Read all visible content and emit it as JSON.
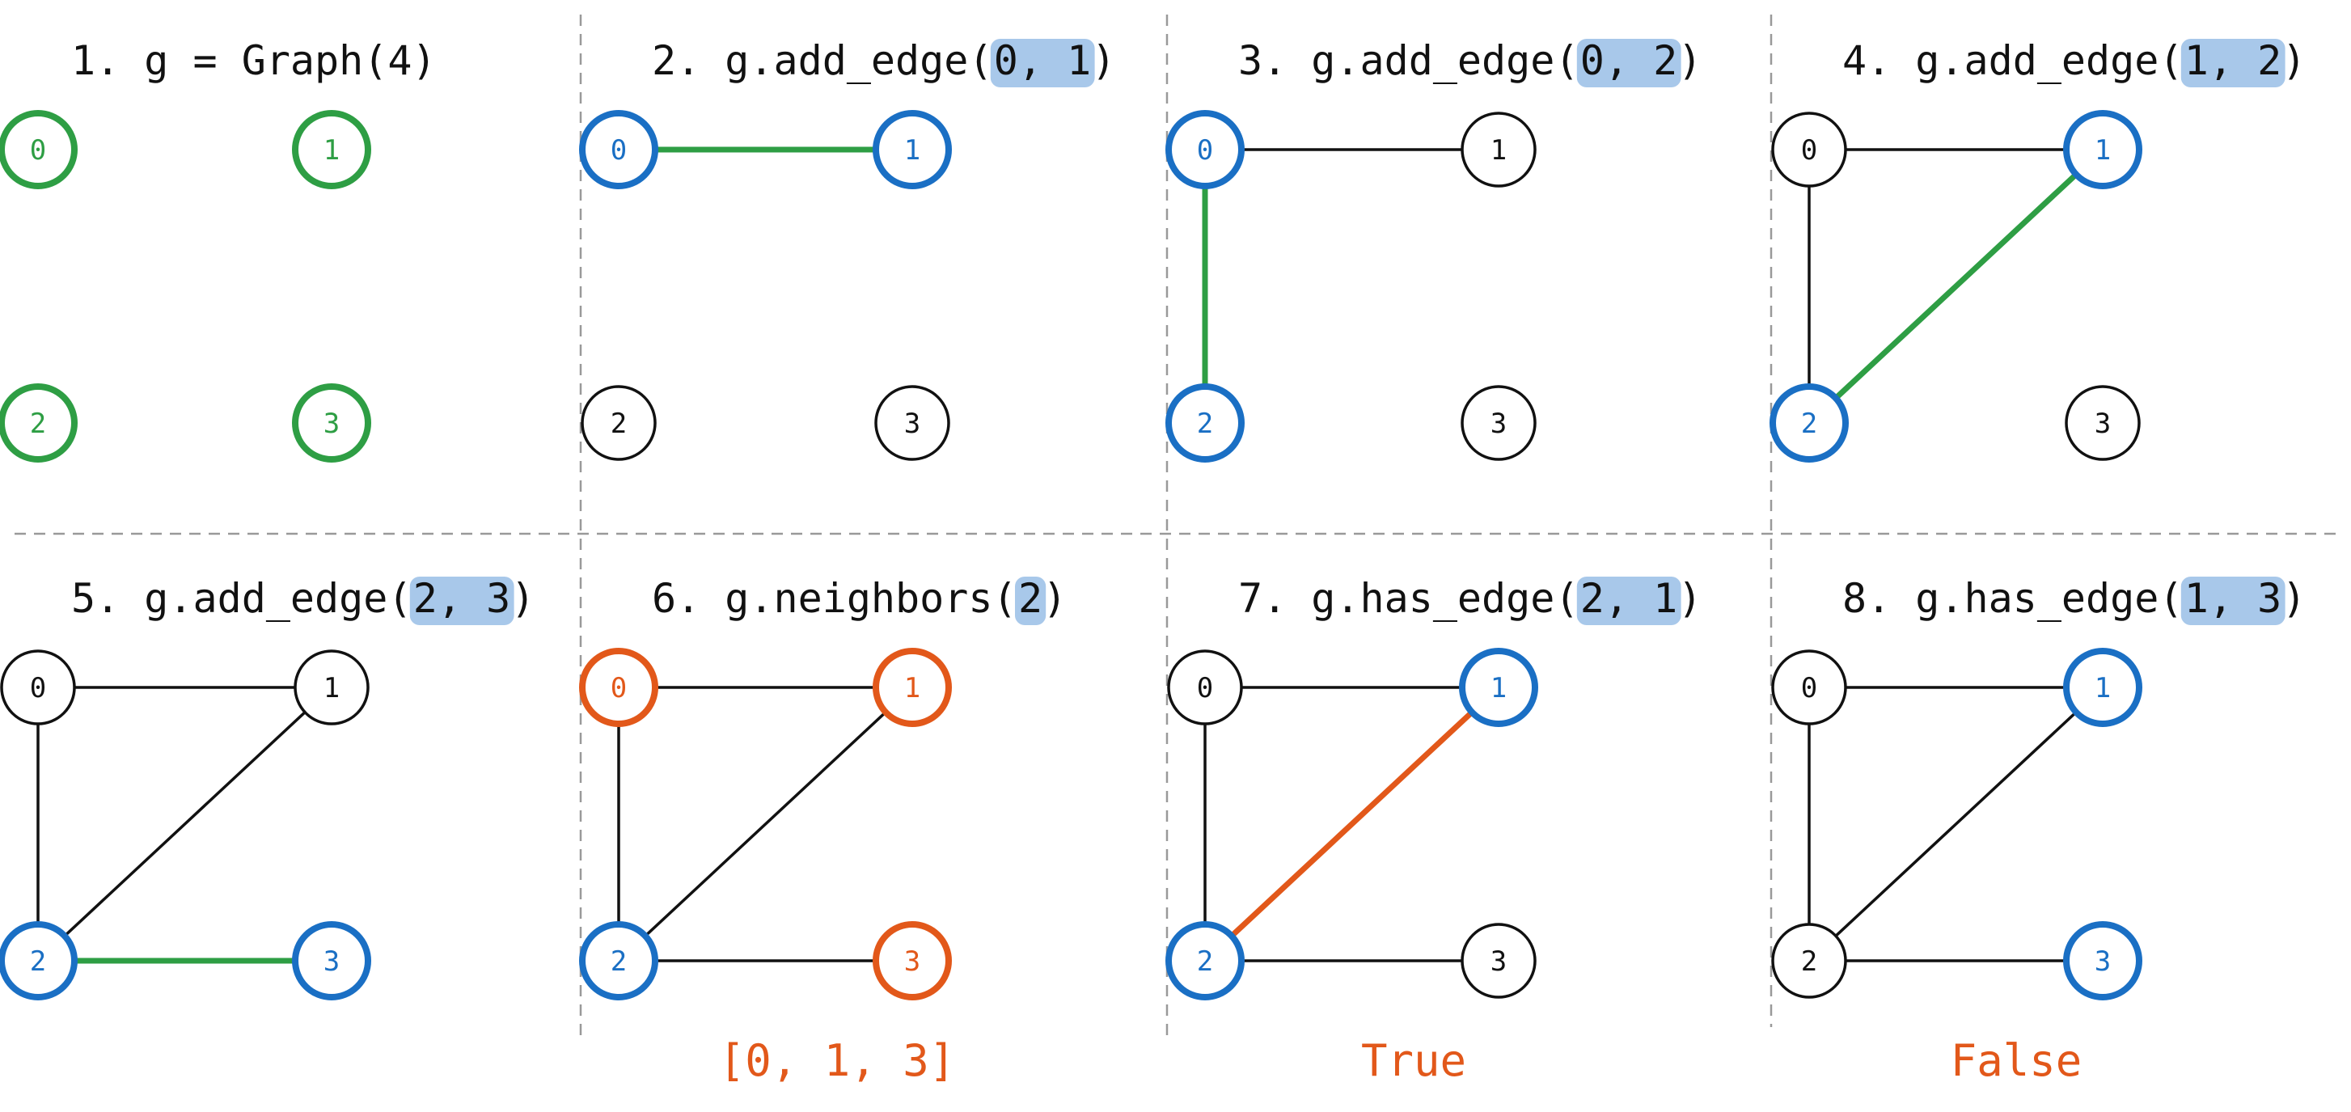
{
  "colors": {
    "new": "#2e9e44",
    "active": "#1a6fc4",
    "result": "#e2581a",
    "default": "#111111",
    "highlight": "#a8c8ea",
    "separator": "#999999"
  },
  "panels": [
    {
      "title_parts": [
        {
          "t": "1. g = Graph(4)",
          "hl": false
        }
      ],
      "nodes": [
        {
          "id": "0",
          "role": "new"
        },
        {
          "id": "1",
          "role": "new"
        },
        {
          "id": "2",
          "role": "new"
        },
        {
          "id": "3",
          "role": "new"
        }
      ],
      "edges": [],
      "result": ""
    },
    {
      "title_parts": [
        {
          "t": "2. g.add_edge(",
          "hl": false
        },
        {
          "t": "0, 1",
          "hl": true
        },
        {
          "t": ")",
          "hl": false
        }
      ],
      "nodes": [
        {
          "id": "0",
          "role": "active"
        },
        {
          "id": "1",
          "role": "active"
        },
        {
          "id": "2",
          "role": "default"
        },
        {
          "id": "3",
          "role": "default"
        }
      ],
      "edges": [
        {
          "from": "0",
          "to": "1",
          "role": "new"
        }
      ],
      "result": ""
    },
    {
      "title_parts": [
        {
          "t": "3. g.add_edge(",
          "hl": false
        },
        {
          "t": "0, 2",
          "hl": true
        },
        {
          "t": ")",
          "hl": false
        }
      ],
      "nodes": [
        {
          "id": "0",
          "role": "active"
        },
        {
          "id": "1",
          "role": "default"
        },
        {
          "id": "2",
          "role": "active"
        },
        {
          "id": "3",
          "role": "default"
        }
      ],
      "edges": [
        {
          "from": "0",
          "to": "1",
          "role": "default"
        },
        {
          "from": "0",
          "to": "2",
          "role": "new"
        }
      ],
      "result": ""
    },
    {
      "title_parts": [
        {
          "t": "4. g.add_edge(",
          "hl": false
        },
        {
          "t": "1, 2",
          "hl": true
        },
        {
          "t": ")",
          "hl": false
        }
      ],
      "nodes": [
        {
          "id": "0",
          "role": "default"
        },
        {
          "id": "1",
          "role": "active"
        },
        {
          "id": "2",
          "role": "active"
        },
        {
          "id": "3",
          "role": "default"
        }
      ],
      "edges": [
        {
          "from": "0",
          "to": "1",
          "role": "default"
        },
        {
          "from": "0",
          "to": "2",
          "role": "default"
        },
        {
          "from": "1",
          "to": "2",
          "role": "new"
        }
      ],
      "result": ""
    },
    {
      "title_parts": [
        {
          "t": "5. g.add_edge(",
          "hl": false
        },
        {
          "t": "2, 3",
          "hl": true
        },
        {
          "t": ")",
          "hl": false
        }
      ],
      "nodes": [
        {
          "id": "0",
          "role": "default"
        },
        {
          "id": "1",
          "role": "default"
        },
        {
          "id": "2",
          "role": "active"
        },
        {
          "id": "3",
          "role": "active"
        }
      ],
      "edges": [
        {
          "from": "0",
          "to": "1",
          "role": "default"
        },
        {
          "from": "0",
          "to": "2",
          "role": "default"
        },
        {
          "from": "1",
          "to": "2",
          "role": "default"
        },
        {
          "from": "2",
          "to": "3",
          "role": "new"
        }
      ],
      "result": ""
    },
    {
      "title_parts": [
        {
          "t": "6. g.neighbors(",
          "hl": false
        },
        {
          "t": "2",
          "hl": true
        },
        {
          "t": ")",
          "hl": false
        }
      ],
      "nodes": [
        {
          "id": "0",
          "role": "result"
        },
        {
          "id": "1",
          "role": "result"
        },
        {
          "id": "2",
          "role": "active"
        },
        {
          "id": "3",
          "role": "result"
        }
      ],
      "edges": [
        {
          "from": "0",
          "to": "1",
          "role": "default"
        },
        {
          "from": "0",
          "to": "2",
          "role": "default"
        },
        {
          "from": "1",
          "to": "2",
          "role": "default"
        },
        {
          "from": "2",
          "to": "3",
          "role": "default"
        }
      ],
      "result": "[0, 1, 3]"
    },
    {
      "title_parts": [
        {
          "t": "7. g.has_edge(",
          "hl": false
        },
        {
          "t": "2, 1",
          "hl": true
        },
        {
          "t": ")",
          "hl": false
        }
      ],
      "nodes": [
        {
          "id": "0",
          "role": "default"
        },
        {
          "id": "1",
          "role": "active"
        },
        {
          "id": "2",
          "role": "active"
        },
        {
          "id": "3",
          "role": "default"
        }
      ],
      "edges": [
        {
          "from": "0",
          "to": "1",
          "role": "default"
        },
        {
          "from": "0",
          "to": "2",
          "role": "default"
        },
        {
          "from": "1",
          "to": "2",
          "role": "result"
        },
        {
          "from": "2",
          "to": "3",
          "role": "default"
        }
      ],
      "result": "True"
    },
    {
      "title_parts": [
        {
          "t": "8. g.has_edge(",
          "hl": false
        },
        {
          "t": "1, 3",
          "hl": true
        },
        {
          "t": ")",
          "hl": false
        }
      ],
      "nodes": [
        {
          "id": "0",
          "role": "default"
        },
        {
          "id": "1",
          "role": "active"
        },
        {
          "id": "2",
          "role": "default"
        },
        {
          "id": "3",
          "role": "active"
        }
      ],
      "edges": [
        {
          "from": "0",
          "to": "1",
          "role": "default"
        },
        {
          "from": "0",
          "to": "2",
          "role": "default"
        },
        {
          "from": "1",
          "to": "2",
          "role": "default"
        },
        {
          "from": "2",
          "to": "3",
          "role": "default"
        }
      ],
      "result": "False"
    }
  ]
}
